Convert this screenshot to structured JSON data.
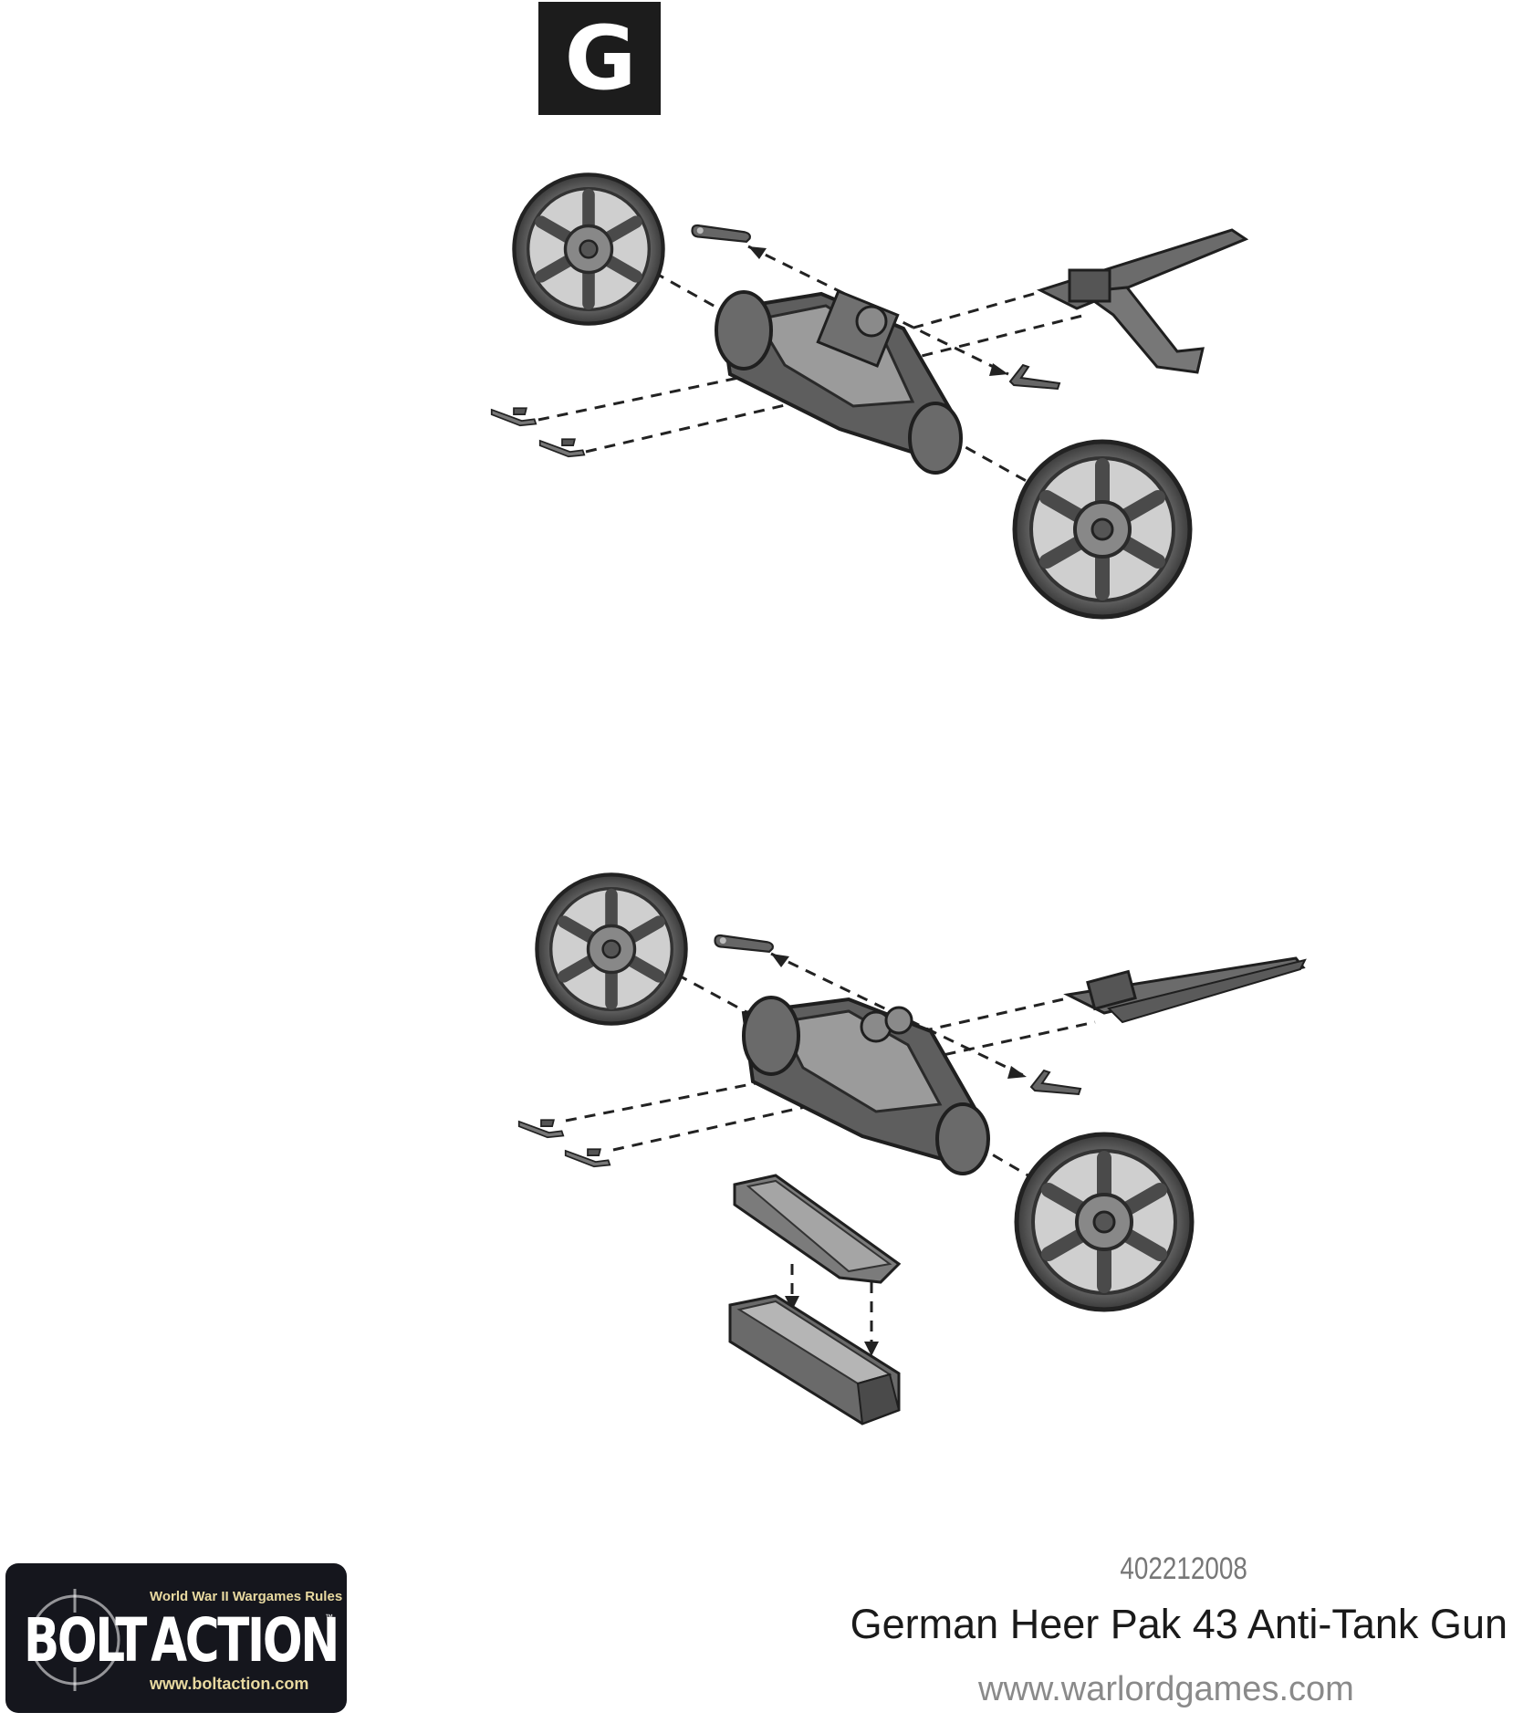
{
  "step_label": "G",
  "product": {
    "code": "402212008",
    "name": "German Heer Pak 43 Anti-Tank Gun",
    "website": "www.warlordgames.com"
  },
  "logo": {
    "tagline": "World War II Wargames Rules",
    "word_bolt": "BOLT",
    "word_action": "ACTION",
    "trademark": "™",
    "url": "www.boltaction.com"
  },
  "colors": {
    "metal": "#5b5b5b",
    "metal_light": "#9a9a9a",
    "metal_dark": "#2e2e2e",
    "logo_bg": "#15161d",
    "logo_accent": "#e8d9a0"
  }
}
